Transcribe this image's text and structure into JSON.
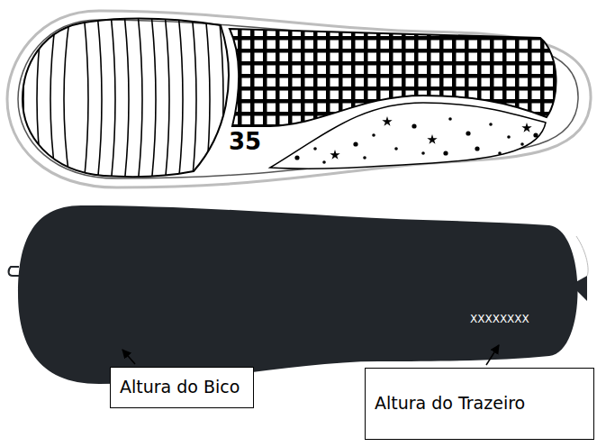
{
  "diagram": {
    "nodes": [
      {
        "text": [
          "Altura do Bico"
        ]
      },
      {
        "text": [
          "Altura do Trazeiro"
        ]
      }
    ],
    "labels": [
      "35",
      "XXXXXXXX"
    ]
  }
}
